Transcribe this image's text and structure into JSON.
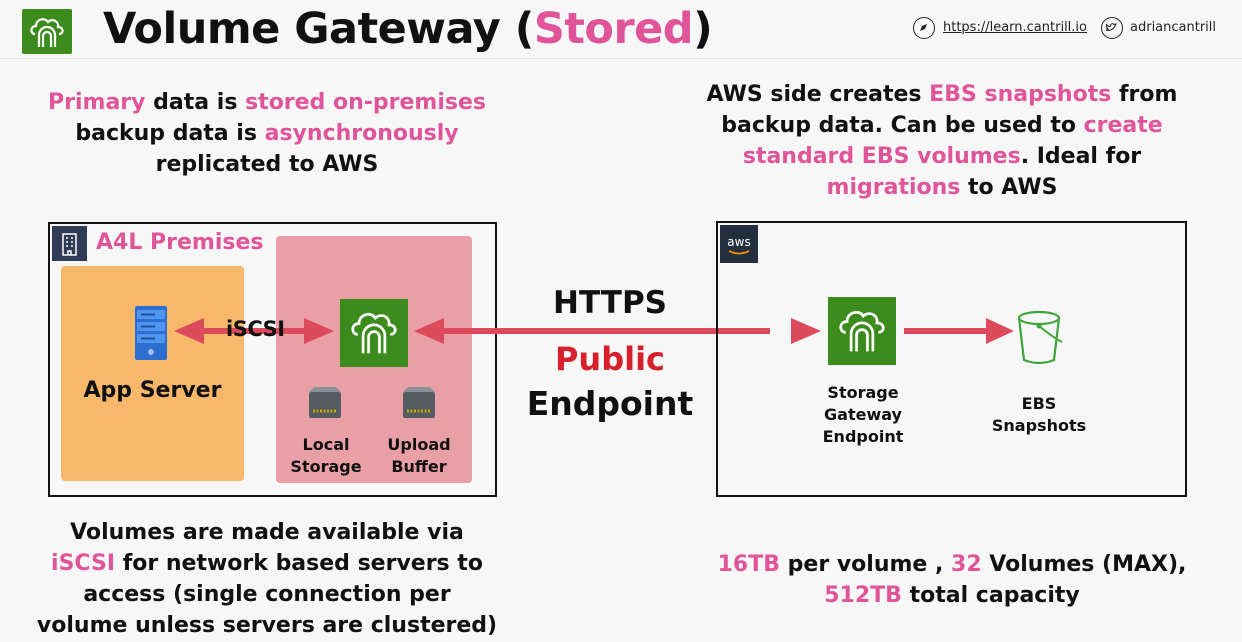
{
  "header": {
    "title_prefix": "Volume Gateway (",
    "title_highlight": "Stored",
    "title_suffix": ")",
    "link_text": "https://learn.cantrill.io",
    "social_handle": "adriancantrill"
  },
  "icons": {
    "logo": "storage-gateway-icon",
    "link": "compass-icon",
    "social": "twitter-bird-icon",
    "building": "building-icon",
    "server": "server-icon",
    "disk": "disk-drive-icon",
    "bucket": "bucket-icon",
    "aws": "aws-logo"
  },
  "notes": {
    "top_left": {
      "l1a": "Primary",
      "l1b": " data is ",
      "l1c": "stored on-premises",
      "l2a": "backup data is ",
      "l2b": "asynchronously",
      "l3": "replicated to AWS"
    },
    "top_right": {
      "l1a": "AWS side creates ",
      "l1b": "EBS snapshots",
      "l1c": " from",
      "l2a": "backup data. Can be used to ",
      "l2b": "create",
      "l3a": "standard EBS volumes",
      "l3b": ". Ideal for",
      "l4a": "migrations",
      "l4b": " to AWS"
    },
    "bottom_left": {
      "l1": "Volumes are made available via",
      "l2a": "iSCSI",
      "l2b": " for network based servers to",
      "l3": "access (single connection per",
      "l4": "volume unless servers are clustered)"
    },
    "bottom_right": {
      "l1a": "16TB",
      "l1b": " per volume , ",
      "l1c": "32",
      "l1d": " Volumes (MAX),",
      "l2a": "512TB",
      "l2b": " total capacity"
    }
  },
  "premises": {
    "title": "A4L Premises",
    "app_server": "App Server",
    "iscsi": "iSCSI",
    "local_storage_1": "Local",
    "local_storage_2": "Storage",
    "upload_buffer_1": "Upload",
    "upload_buffer_2": "Buffer"
  },
  "link": {
    "protocol": "HTTPS",
    "public": "Public",
    "endpoint": "Endpoint"
  },
  "aws_cloud": {
    "logo_text": "aws",
    "gateway_1": "Storage",
    "gateway_2": "Gateway",
    "gateway_3": "Endpoint",
    "snapshots_1": "EBS",
    "snapshots_2": "Snapshots"
  },
  "colors": {
    "accent_pink": "#e0559a",
    "public_red": "#d6202c",
    "gateway_green": "#3b8c1c",
    "app_orange": "#f7b86b",
    "storage_pink": "#e8a0a6",
    "arrow_red": "#dc4a5c"
  }
}
